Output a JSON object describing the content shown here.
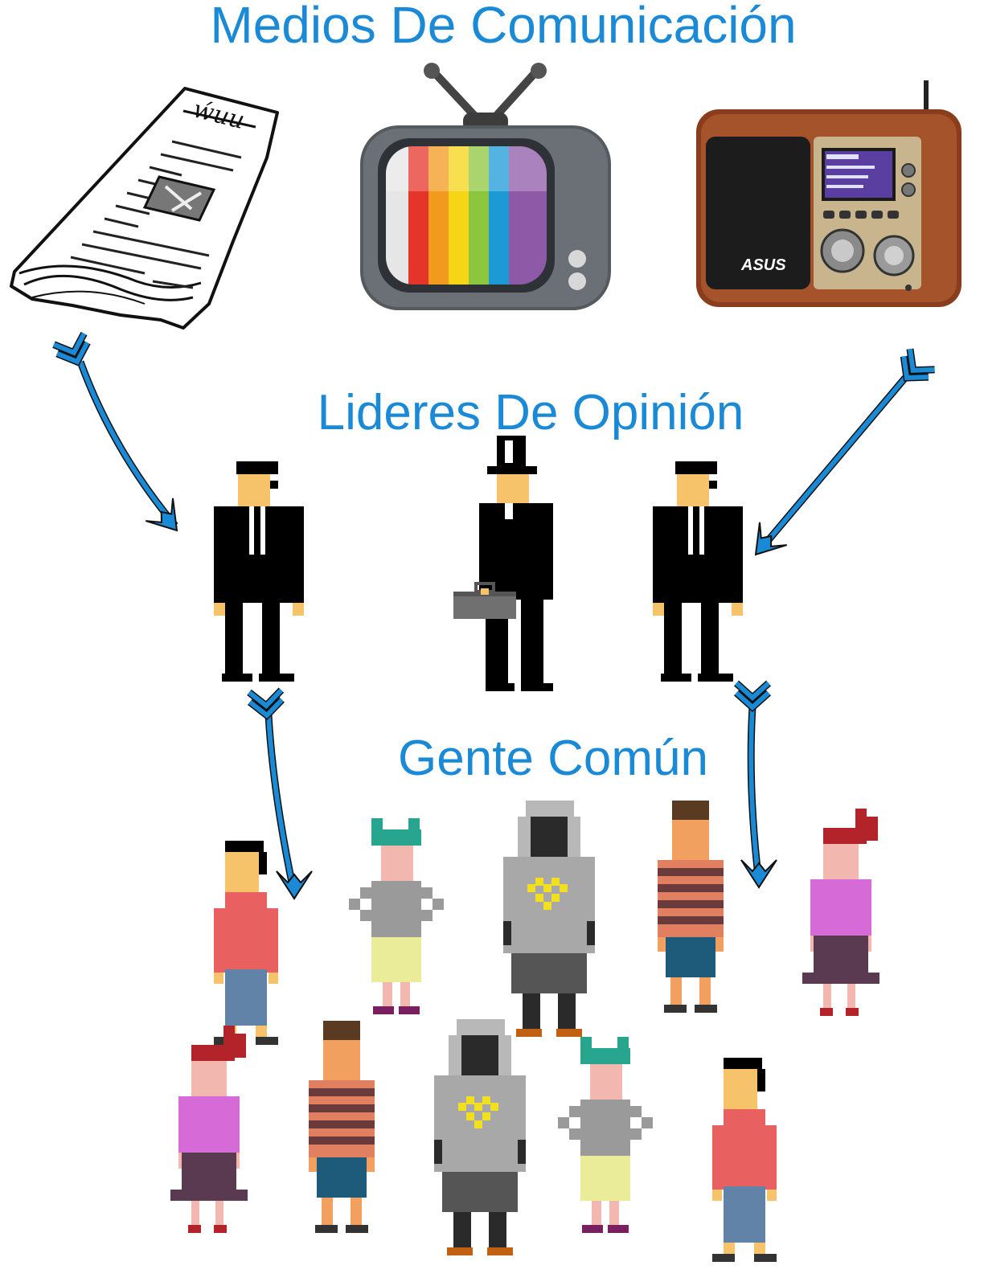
{
  "titles": {
    "medios": "Medios De Comunicación",
    "lideres": "Lideres De Opinión",
    "gente": "Gente Común"
  },
  "media_icons": [
    "newspaper-icon",
    "television-icon",
    "radio-icon"
  ],
  "radio_brand": "ASUS",
  "colors": {
    "heading": "#1a8ad6",
    "arrow": "#1a8ad6",
    "suit": "#000000",
    "skin": "#f6c36a"
  }
}
